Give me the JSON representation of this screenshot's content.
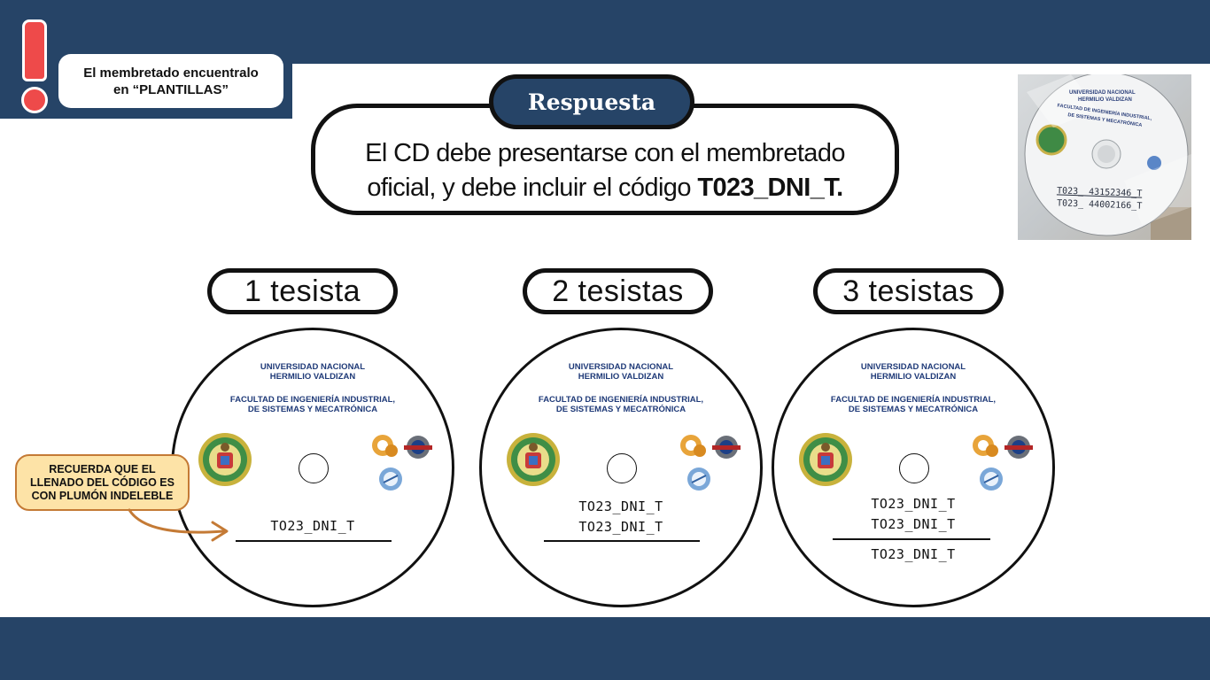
{
  "notice": {
    "line1": "El membretado encuentralo",
    "line2": "en “PLANTILLAS”"
  },
  "answer": {
    "badge": "Respuesta",
    "line1": "El CD debe presentarse con el membretado",
    "line2_prefix": "oficial, y debe incluir el código ",
    "line2_code": "T023_DNI_T."
  },
  "photo": {
    "uni_line1": "UNIVERSIDAD NACIONAL",
    "uni_line2": "HERMILIO VALDIZAN",
    "fac_line1": "FACULTAD DE INGENIERÍA INDUSTRIAL,",
    "fac_line2": "DE SISTEMAS Y MECATRÓNICA",
    "code1": "T023_ 43152346_T",
    "code2": "T023_ 44002166_T"
  },
  "disc_text": {
    "uni_line1": "UNIVERSIDAD NACIONAL",
    "uni_line2": "HERMILIO VALDIZAN",
    "fac_line1": "FACULTAD DE INGENIERÍA INDUSTRIAL,",
    "fac_line2": "DE SISTEMAS Y MECATRÓNICA"
  },
  "options": [
    {
      "label": "1 tesista",
      "codes": [
        "TO23_DNI_T"
      ]
    },
    {
      "label": "2 tesistas",
      "codes": [
        "TO23_DNI_T",
        "TO23_DNI_T"
      ]
    },
    {
      "label": "3 tesistas",
      "codes": [
        "TO23_DNI_T",
        "TO23_DNI_T",
        "TO23_DNI_T"
      ]
    }
  ],
  "callout": {
    "line1": "RECUERDA QUE EL",
    "line2": "LLENADO DEL CÓDIGO ES",
    "line3": "CON PLUMÓN INDELEBLE"
  },
  "colors": {
    "brand_navy": "#264467",
    "alert_red": "#ee4a4a",
    "callout_fill": "#fde3a7",
    "callout_arrow": "#c47a35",
    "disc_text_blue": "#1f3a78"
  }
}
